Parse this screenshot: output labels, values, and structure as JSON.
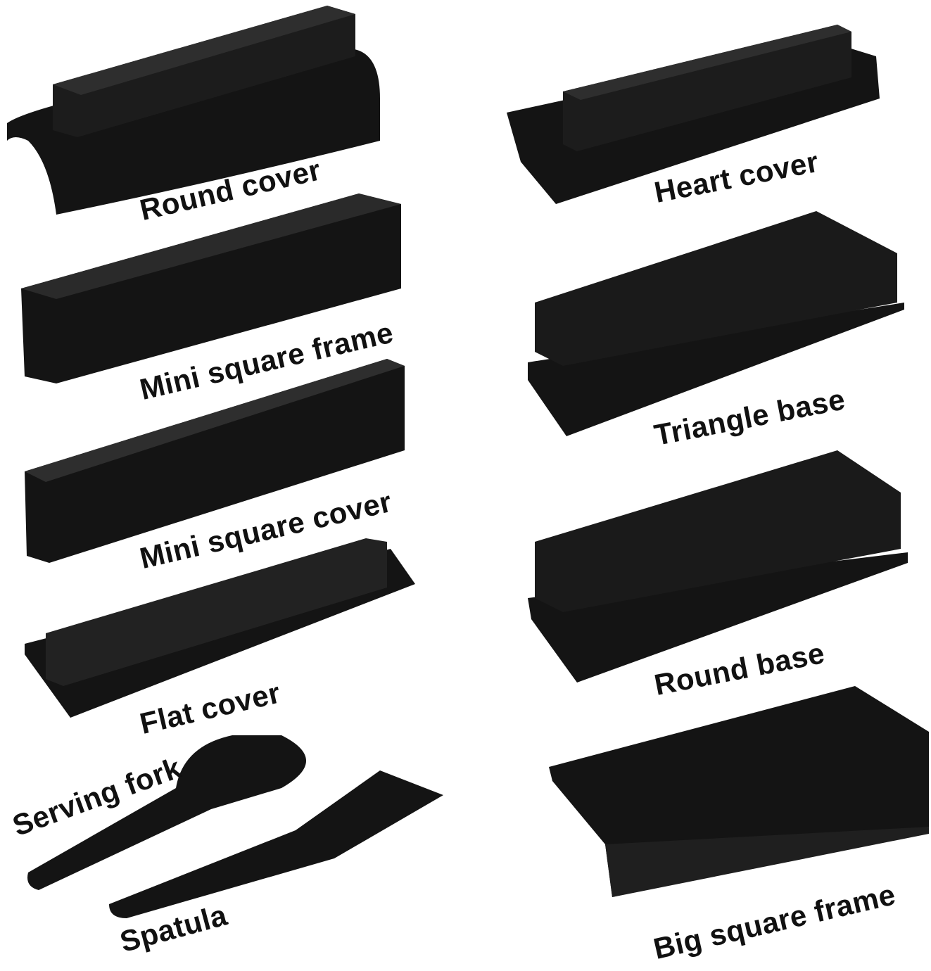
{
  "labels": {
    "round_cover": "Round cover",
    "heart_cover": "Heart cover",
    "mini_square_frame": "Mini square frame",
    "triangle_base": "Triangle base",
    "mini_square_cover": "Mini square cover",
    "round_base": "Round base",
    "flat_cover": "Flat cover",
    "big_square_frame": "Big square frame",
    "serving_fork": "Serving fork",
    "spatula": "Spatula"
  },
  "colors": {
    "background": "#ffffff",
    "product": "#141414",
    "product_highlight": "#2e2e2e",
    "text": "#111111"
  }
}
